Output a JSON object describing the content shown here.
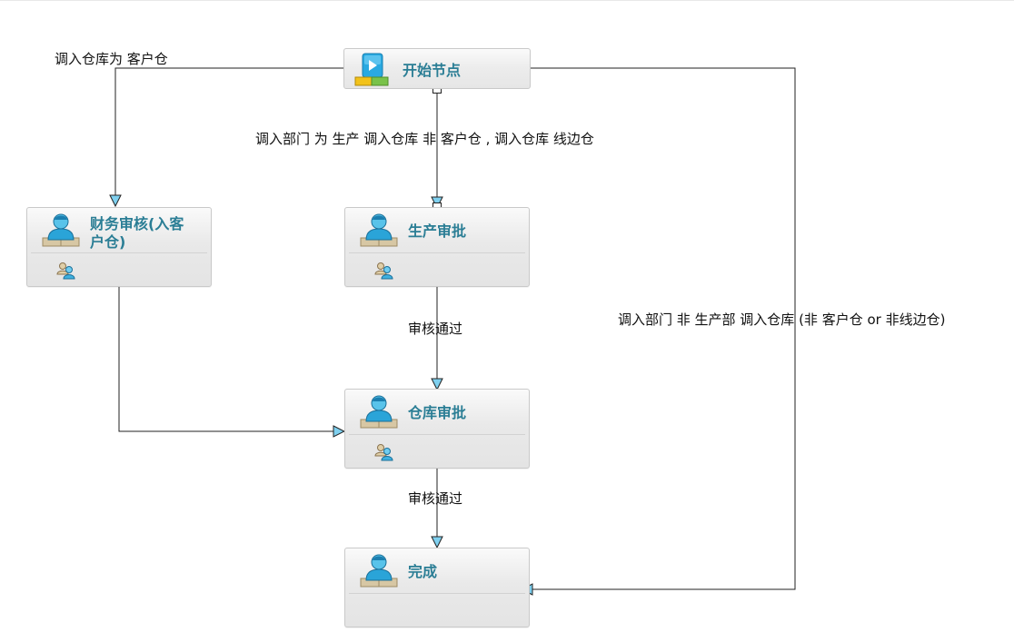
{
  "nodes": {
    "start": {
      "label": "开始节点"
    },
    "finance": {
      "label": "财务审核(入客户仓)"
    },
    "production": {
      "label": "生产审批"
    },
    "warehouse": {
      "label": "仓库审批"
    },
    "done": {
      "label": "完成"
    }
  },
  "edges": {
    "start_to_finance": {
      "label": "调入仓库为 客户仓"
    },
    "start_to_production": {
      "label": "调入部门 为 生产 调入仓库 非 客户仓 , 调入仓库 线边仓"
    },
    "start_to_done": {
      "label": "调入部门 非 生产部  调入仓库 (非 客户仓 or 非线边仓)"
    },
    "production_to_warehouse": {
      "label": "审核通过"
    },
    "warehouse_to_done": {
      "label": "审核通过"
    }
  },
  "colors": {
    "title": "#2b7e95",
    "arrow_fill": "#7fd0ef",
    "line": "#222222"
  },
  "icons": {
    "start": "play-icon",
    "node": "user-icon",
    "participants": "participants-icon"
  }
}
